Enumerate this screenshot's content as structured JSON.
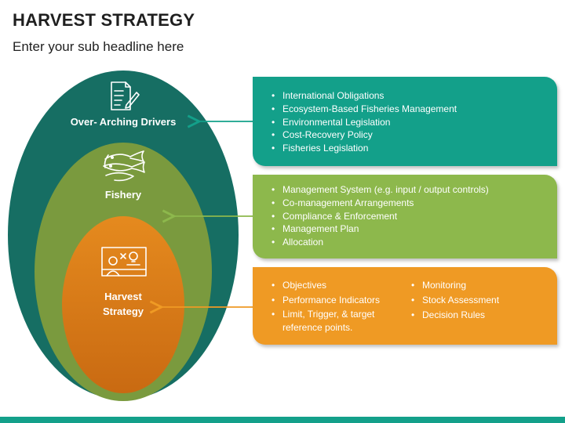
{
  "title": "HARVEST STRATEGY",
  "subtitle": "Enter your sub headline here",
  "rings": {
    "outer_label": "Over- Arching Drivers",
    "middle_label": "Fishery",
    "inner_label_line1": "Harvest",
    "inner_label_line2": "Strategy"
  },
  "boxes": {
    "drivers": [
      "International Obligations",
      "Ecosystem-Based Fisheries Management",
      "Environmental Legislation",
      "Cost-Recovery Policy",
      "Fisheries Legislation"
    ],
    "fishery": [
      "Management System (e.g. input / output controls)",
      "Co-management Arrangements",
      "Compliance & Enforcement",
      "Management Plan",
      "Allocation"
    ],
    "harvest_col1": [
      "Objectives",
      "Performance Indicators",
      "Limit, Trigger, & target reference points."
    ],
    "harvest_col2": [
      "Monitoring",
      "Stock Assessment",
      "Decision Rules"
    ]
  },
  "colors": {
    "teal": "#13a08a",
    "dark_teal": "#166e63",
    "green": "#8db84c",
    "olive": "#7a9a3e",
    "orange": "#ef9a24",
    "dark_orange": "#d8791a"
  },
  "icons": [
    "document-pen-icon",
    "fish-icon",
    "presentation-board-icon"
  ]
}
